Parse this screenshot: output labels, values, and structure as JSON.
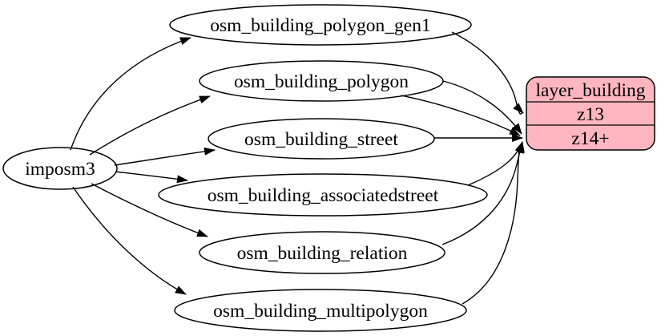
{
  "diagram": {
    "background": "#ffffff",
    "edge_color": "#000000",
    "node_fill": "#ffffff",
    "node_stroke": "#000000",
    "source": {
      "label": "imposm3"
    },
    "tables": [
      {
        "label": "osm_building_polygon_gen1"
      },
      {
        "label": "osm_building_polygon"
      },
      {
        "label": "osm_building_street"
      },
      {
        "label": "osm_building_associatedstreet"
      },
      {
        "label": "osm_building_relation"
      },
      {
        "label": "osm_building_multipolygon"
      }
    ],
    "layer": {
      "title": "layer_building",
      "fill": "#ffb6c1",
      "rows": [
        {
          "label": "z13"
        },
        {
          "label": "z14+"
        }
      ]
    },
    "edges": [
      {
        "from": "imposm3",
        "to": "osm_building_polygon_gen1"
      },
      {
        "from": "imposm3",
        "to": "osm_building_polygon"
      },
      {
        "from": "imposm3",
        "to": "osm_building_street"
      },
      {
        "from": "imposm3",
        "to": "osm_building_associatedstreet"
      },
      {
        "from": "imposm3",
        "to": "osm_building_relation"
      },
      {
        "from": "imposm3",
        "to": "osm_building_multipolygon"
      },
      {
        "from": "osm_building_polygon_gen1",
        "to": "layer_building.z13"
      },
      {
        "from": "osm_building_polygon",
        "to": "layer_building.z14+"
      },
      {
        "from": "osm_building_polygon",
        "to": "layer_building.z14+"
      },
      {
        "from": "osm_building_street",
        "to": "layer_building.z14+"
      },
      {
        "from": "osm_building_associatedstreet",
        "to": "layer_building.z14+"
      },
      {
        "from": "osm_building_relation",
        "to": "layer_building.z14+"
      },
      {
        "from": "osm_building_multipolygon",
        "to": "layer_building.z14+"
      }
    ]
  }
}
